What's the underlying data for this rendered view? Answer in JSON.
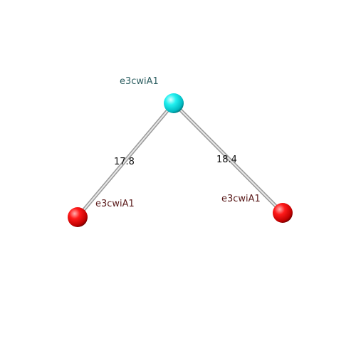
{
  "nodes": [
    {
      "id": "center",
      "label": "e3cwiA1",
      "color": "#00e5e5",
      "label_color": "#2e5f62"
    },
    {
      "id": "left",
      "label": "e3cwiA1",
      "color": "#ee0000",
      "label_color": "#5a1a1a"
    },
    {
      "id": "right",
      "label": "e3cwiA1",
      "color": "#ee0000",
      "label_color": "#5a1a1a"
    }
  ],
  "edges": [
    {
      "from": "center",
      "to": "left",
      "distance": "17.8"
    },
    {
      "from": "center",
      "to": "right",
      "distance": "18.4"
    }
  ]
}
